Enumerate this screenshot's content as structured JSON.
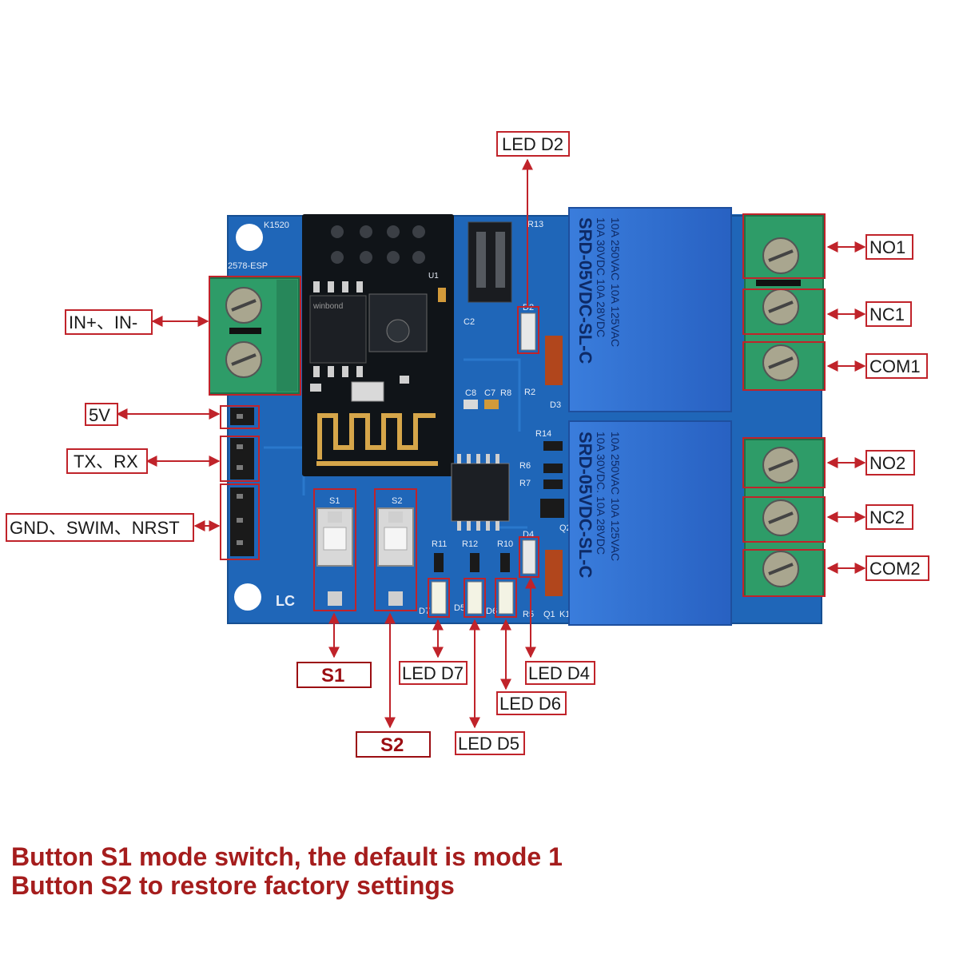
{
  "labels": {
    "led_d2": "LED D2",
    "in_power": "IN+、IN-",
    "v5": "5V",
    "tx_rx": "TX、RX",
    "gnd_swim_nrst": "GND、SWIM、NRST",
    "no1": "NO1",
    "nc1": "NC1",
    "com1": "COM1",
    "no2": "NO2",
    "nc2": "NC2",
    "com2": "COM2",
    "s1": "S1",
    "s2": "S2",
    "led_d7": "LED D7",
    "led_d5": "LED D5",
    "led_d6": "LED D6",
    "led_d4": "LED D4"
  },
  "board": {
    "relay_model": "SRD-05VDC-SL-C",
    "relay_rating_1": "10A 250VAC 10A 125VAC",
    "relay_rating_2": "10A 30VDC 10A 28VDC",
    "relay2_rating_2": "10A 30VDC. 10A 28VDC",
    "silk_k1520": "K1520",
    "silk_2578": "2578-ESP",
    "silk_s1": "S1",
    "silk_s2": "S2",
    "silk_lc": "LC",
    "silk_r11": "R11",
    "silk_r12": "R12",
    "silk_r10": "R10",
    "silk_r13": "R13",
    "silk_r14": "R14",
    "silk_d4": "D4",
    "silk_d2": "D2",
    "silk_r2": "R2",
    "silk_d3": "D3",
    "silk_q2": "Q2",
    "silk_c8": "C8",
    "silk_c7": "C7",
    "silk_r8": "R8",
    "silk_r6": "R6",
    "silk_r7": "R7",
    "silk_c2": "C2",
    "silk_u1": "U1",
    "silk_d7": "D7",
    "silk_d5": "D5",
    "silk_d6": "D6",
    "silk_r5": "R5",
    "silk_q1": "Q1",
    "silk_k1": "K1",
    "chip_brand": "winbond"
  },
  "notes": {
    "line1": "Button S1 mode switch, the default is mode 1",
    "line2": "Button S2 to restore factory settings"
  },
  "colors": {
    "pcb": "#1f66b8",
    "relay": "#2f6fd0",
    "terminal": "#2e9c68",
    "annotation": "#c0232a"
  }
}
